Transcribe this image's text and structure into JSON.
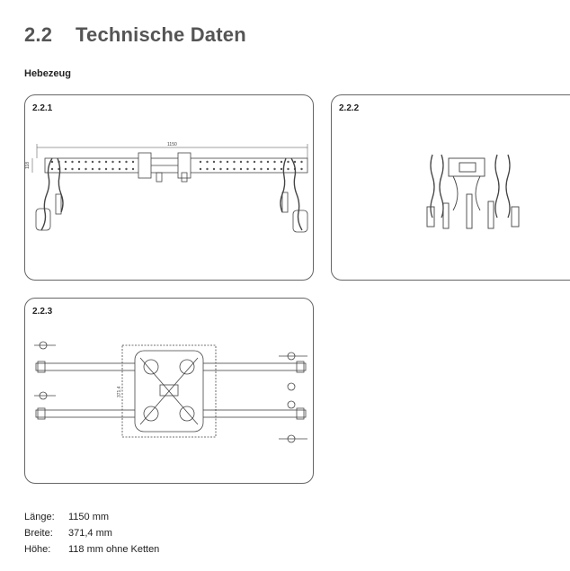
{
  "section": {
    "number": "2.2",
    "title": "Technische Daten"
  },
  "subtitle": "Hebezeug",
  "figures": [
    {
      "label": "2.2.1",
      "dim_length": "1150",
      "dim_height": "118"
    },
    {
      "label": "2.2.2"
    },
    {
      "label": "2.2.3",
      "dim_width": "371,4"
    }
  ],
  "specs": [
    {
      "key": "Länge:",
      "value": "1150 mm"
    },
    {
      "key": "Breite:",
      "value": "371,4 mm"
    },
    {
      "key": "Höhe:",
      "value": "118 mm ohne Ketten"
    }
  ]
}
